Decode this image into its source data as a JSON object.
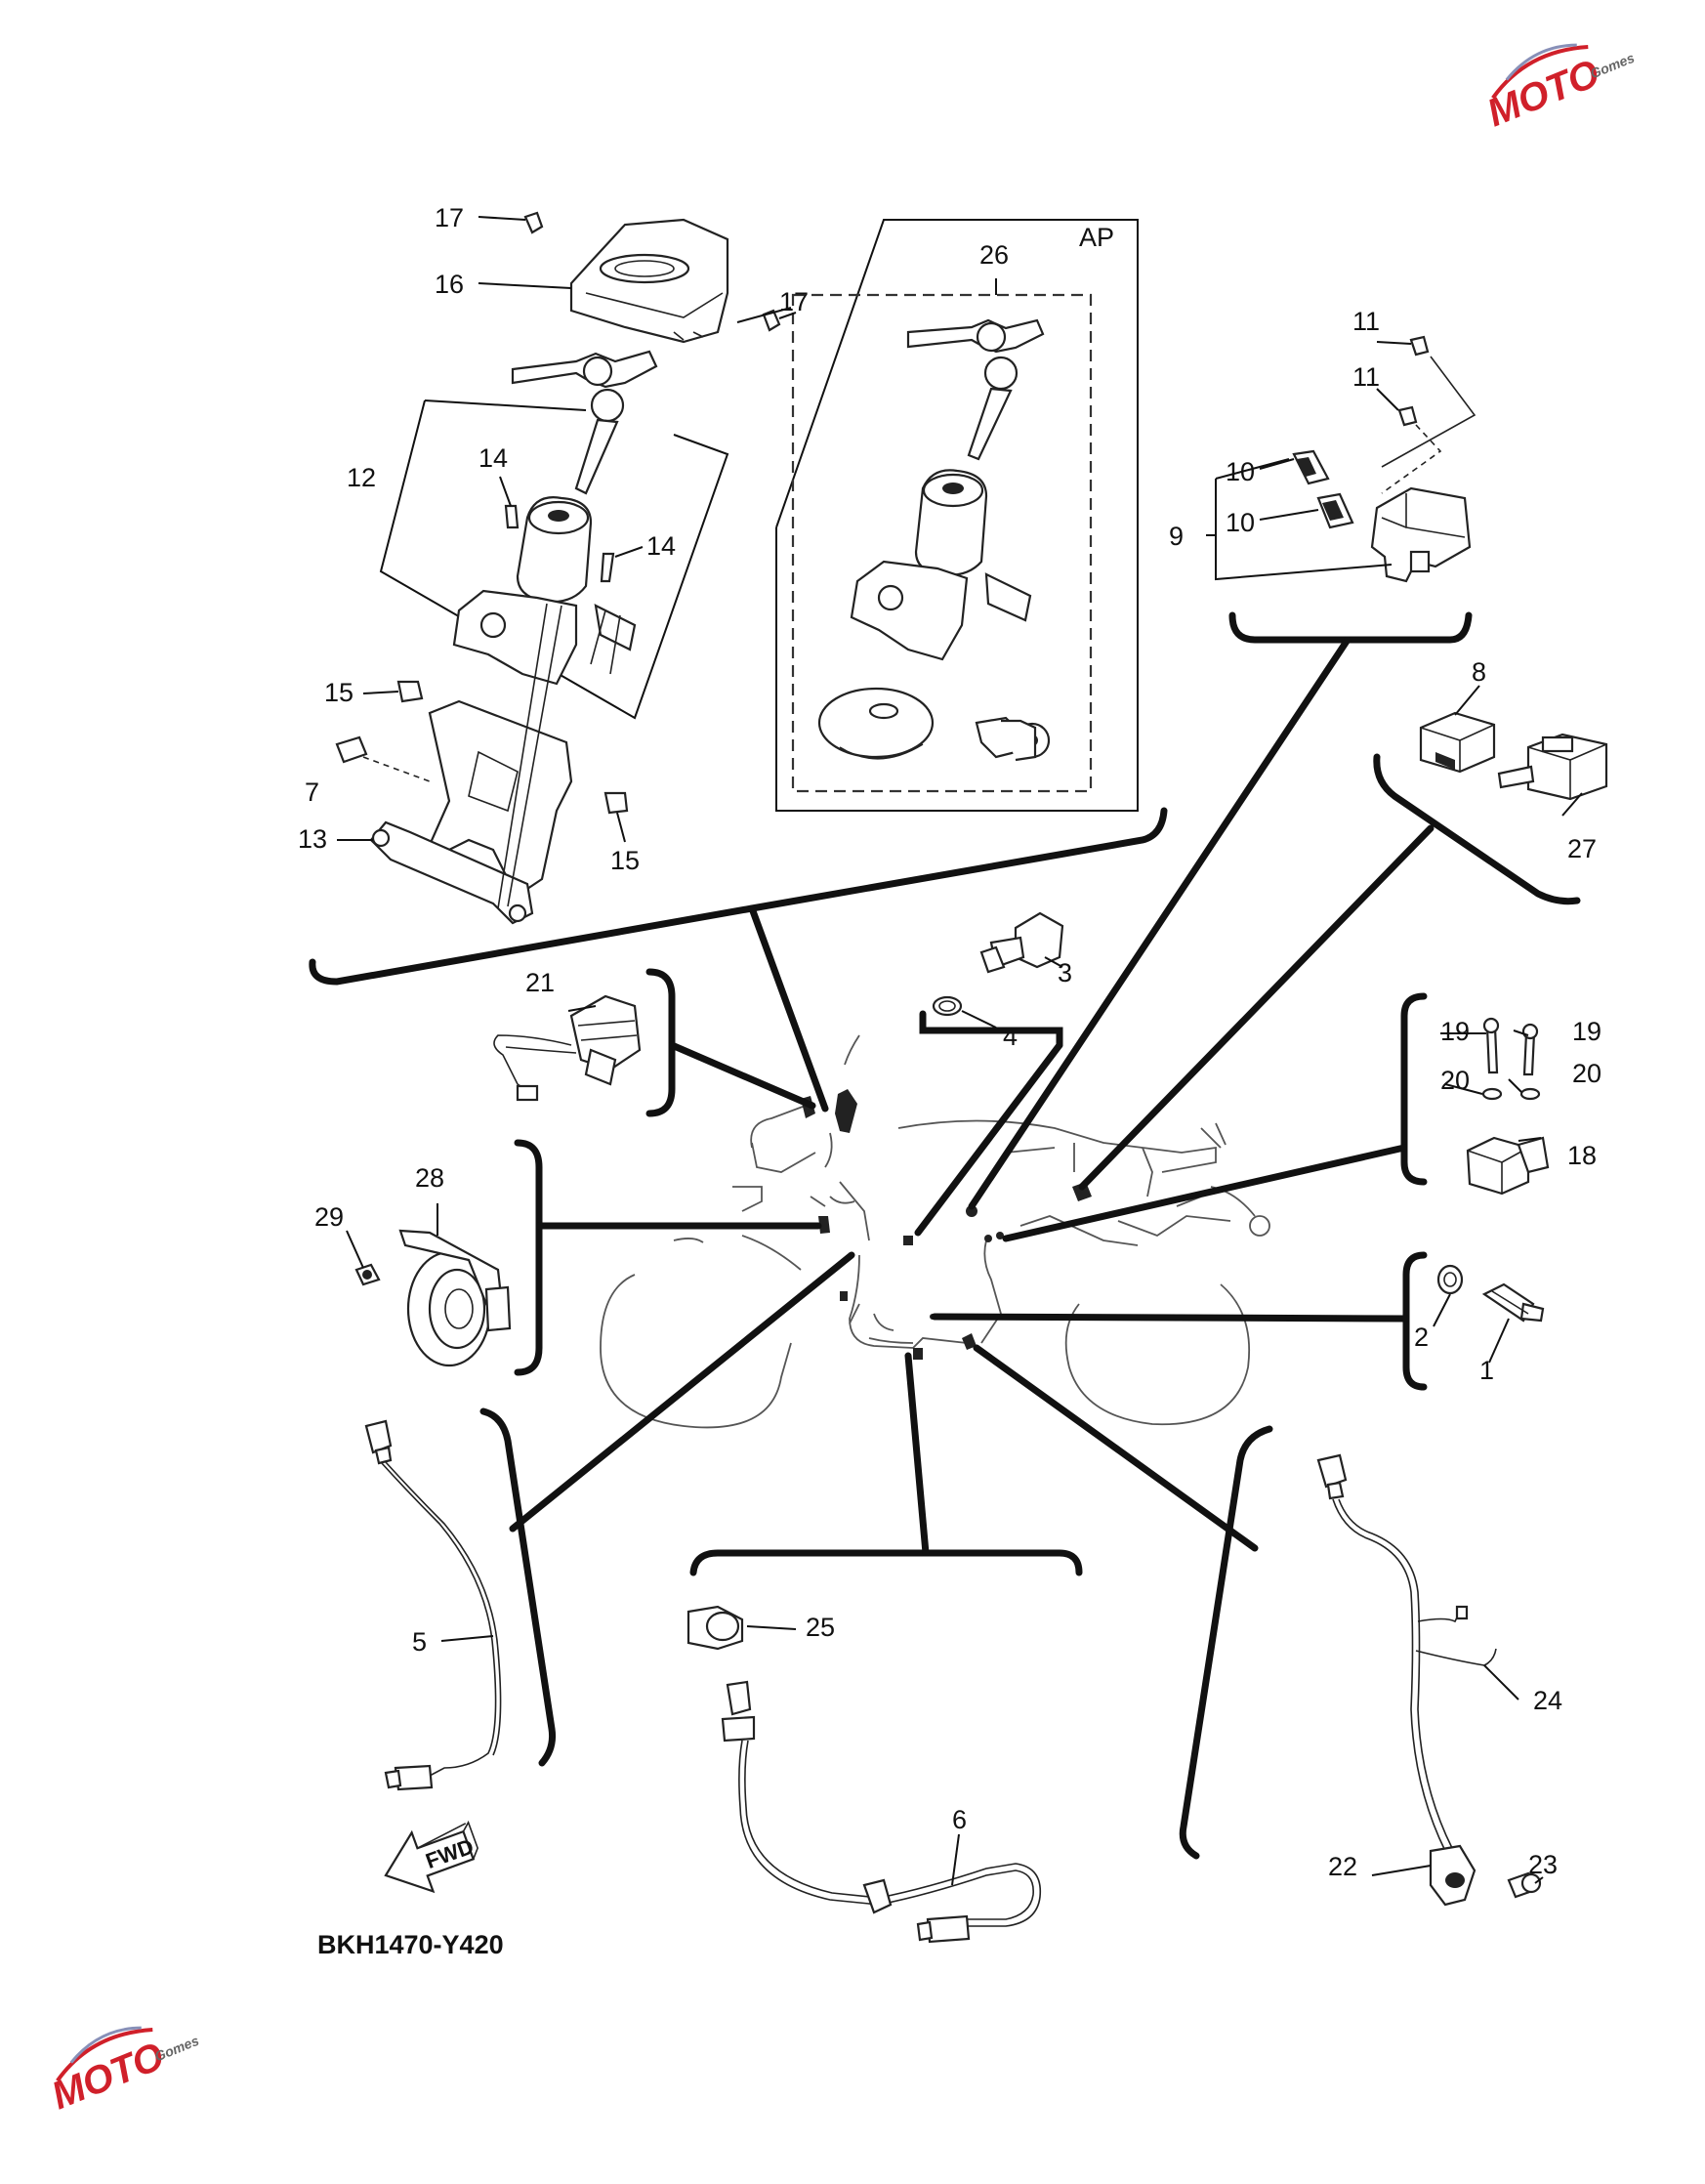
{
  "diagram": {
    "code": "BKH1470-Y420",
    "ap_label": "AP",
    "fwd_label": "FWD",
    "watermark_text": "MOTO",
    "watermark_sub": "Gomes",
    "brand_color": "#d0202a",
    "labels": {
      "p1": "1",
      "p2": "2",
      "p3": "3",
      "p4": "4",
      "p5": "5",
      "p6": "6",
      "p7": "7",
      "p8": "8",
      "p9": "9",
      "p10a": "10",
      "p10b": "10",
      "p11a": "11",
      "p11b": "11",
      "p12": "12",
      "p13": "13",
      "p14a": "14",
      "p14b": "14",
      "p15a": "15",
      "p15b": "15",
      "p16": "16",
      "p17a": "17",
      "p17b": "17",
      "p18": "18",
      "p19a": "19",
      "p19b": "19",
      "p20a": "20",
      "p20b": "20",
      "p21": "21",
      "p22": "22",
      "p23": "23",
      "p24": "24",
      "p25": "25",
      "p26": "26",
      "p27": "27",
      "p28": "28",
      "p29": "29"
    }
  }
}
